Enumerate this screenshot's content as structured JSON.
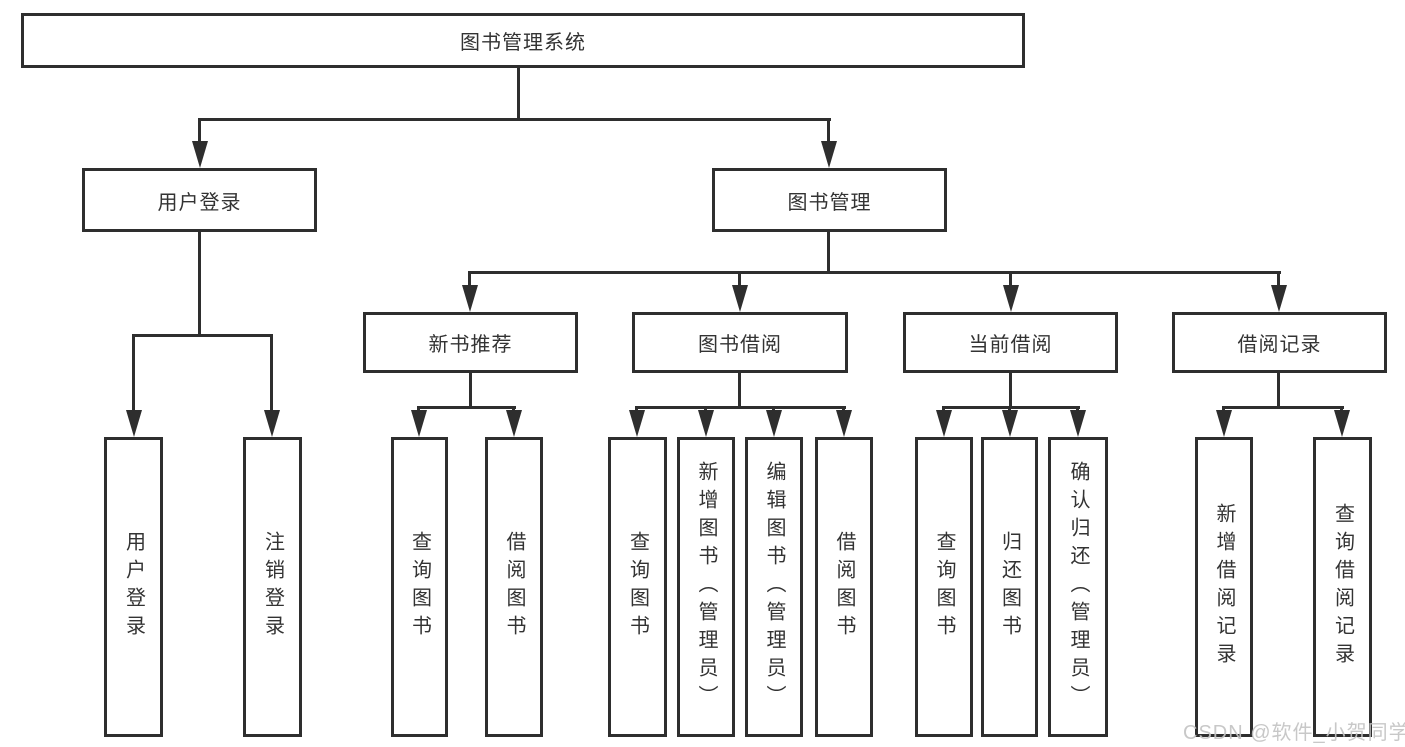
{
  "diagram": {
    "root": "图书管理系统",
    "level2": [
      {
        "label": "用户登录",
        "leaves": [
          "用户登录",
          "注销登录"
        ]
      },
      {
        "label": "图书管理",
        "sections": [
          {
            "label": "新书推荐",
            "leaves": [
              "查询图书",
              "借阅图书"
            ]
          },
          {
            "label": "图书借阅",
            "leaves": [
              "查询图书",
              "新增图书（管理员）",
              "编辑图书（管理员）",
              "借阅图书"
            ]
          },
          {
            "label": "当前借阅",
            "leaves": [
              "查询图书",
              "归还图书",
              "确认归还（管理员）"
            ]
          },
          {
            "label": "借阅记录",
            "leaves": [
              "新增借阅记录",
              "查询借阅记录"
            ]
          }
        ]
      }
    ]
  },
  "watermark": "CSDN @软件_小贺同学",
  "colors": {
    "line": "#2e2e2e",
    "text": "#333333",
    "watermark": "#c3c3c3",
    "background": "#ffffff"
  }
}
